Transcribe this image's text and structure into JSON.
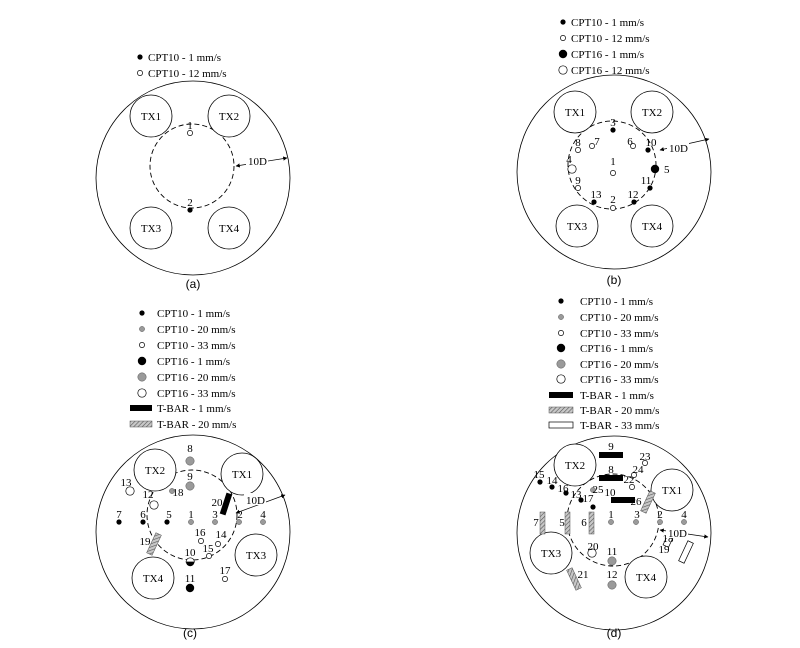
{
  "panels": [
    {
      "id": "a",
      "caption": "(a)",
      "legend": [
        {
          "marker": "dot-small-black",
          "text": "CPT10 - 1 mm/s"
        },
        {
          "marker": "dot-small-white",
          "text": "CPT10 - 12 mm/s"
        }
      ],
      "tx": [
        "TX1",
        "TX2",
        "TX3",
        "TX4"
      ],
      "dimension": "10D",
      "point_labels": [
        "1",
        "2"
      ]
    },
    {
      "id": "b",
      "caption": "(b)",
      "legend": [
        {
          "marker": "dot-small-black",
          "text": "CPT10 - 1 mm/s"
        },
        {
          "marker": "dot-small-white",
          "text": "CPT10 - 12 mm/s"
        },
        {
          "marker": "dot-large-black",
          "text": "CPT16 - 1 mm/s"
        },
        {
          "marker": "dot-large-white",
          "text": "CPT16 - 12 mm/s"
        }
      ],
      "tx": [
        "TX1",
        "TX2",
        "TX3",
        "TX4"
      ],
      "dimension": "10D",
      "point_labels": [
        "1",
        "2",
        "3",
        "4",
        "5",
        "6",
        "7",
        "8",
        "9",
        "10",
        "11",
        "12",
        "13"
      ]
    },
    {
      "id": "c",
      "caption": "(c)",
      "legend": [
        {
          "marker": "dot-small-black",
          "text": "CPT10 - 1 mm/s"
        },
        {
          "marker": "dot-small-grey",
          "text": "CPT10 - 20 mm/s"
        },
        {
          "marker": "dot-small-white",
          "text": "CPT10 - 33 mm/s"
        },
        {
          "marker": "dot-large-black",
          "text": "CPT16 - 1 mm/s"
        },
        {
          "marker": "dot-large-grey",
          "text": "CPT16 - 20 mm/s"
        },
        {
          "marker": "dot-large-white",
          "text": "CPT16 - 33 mm/s"
        },
        {
          "marker": "bar-black",
          "text": "T-BAR - 1 mm/s"
        },
        {
          "marker": "bar-grey",
          "text": "T-BAR - 20 mm/s"
        }
      ],
      "tx": [
        "TX2",
        "TX1",
        "TX3",
        "TX4"
      ],
      "dimension": "10D",
      "point_labels": [
        "1",
        "2",
        "3",
        "4",
        "5",
        "6",
        "7",
        "8",
        "9",
        "10",
        "11",
        "12",
        "13",
        "14",
        "15",
        "16",
        "17",
        "18",
        "19",
        "20"
      ]
    },
    {
      "id": "d",
      "caption": "(d)",
      "legend": [
        {
          "marker": "dot-small-black",
          "text": "CPT10 - 1 mm/s"
        },
        {
          "marker": "dot-small-grey",
          "text": "CPT10 - 20 mm/s"
        },
        {
          "marker": "dot-small-white",
          "text": "CPT10 - 33 mm/s"
        },
        {
          "marker": "dot-large-black",
          "text": "CPT16 - 1 mm/s"
        },
        {
          "marker": "dot-large-grey",
          "text": "CPT16 - 20 mm/s"
        },
        {
          "marker": "dot-large-white",
          "text": "CPT16 - 33 mm/s"
        },
        {
          "marker": "bar-black",
          "text": "T-BAR - 1 mm/s"
        },
        {
          "marker": "bar-grey",
          "text": "T-BAR - 20 mm/s"
        },
        {
          "marker": "bar-white",
          "text": "T-BAR - 33 mm/s"
        }
      ],
      "tx": [
        "TX2",
        "TX1",
        "TX3",
        "TX4"
      ],
      "dimension": "10D",
      "point_labels": [
        "1",
        "2",
        "3",
        "4",
        "5",
        "6",
        "7",
        "8",
        "9",
        "10",
        "11",
        "12",
        "13",
        "14",
        "15",
        "16",
        "17",
        "18",
        "19",
        "20",
        "21",
        "22",
        "23",
        "24",
        "25",
        "26"
      ]
    }
  ],
  "colors": {
    "black": "#000000",
    "grey": "#9a9a9a",
    "white": "#ffffff",
    "hatch": "#555555"
  }
}
